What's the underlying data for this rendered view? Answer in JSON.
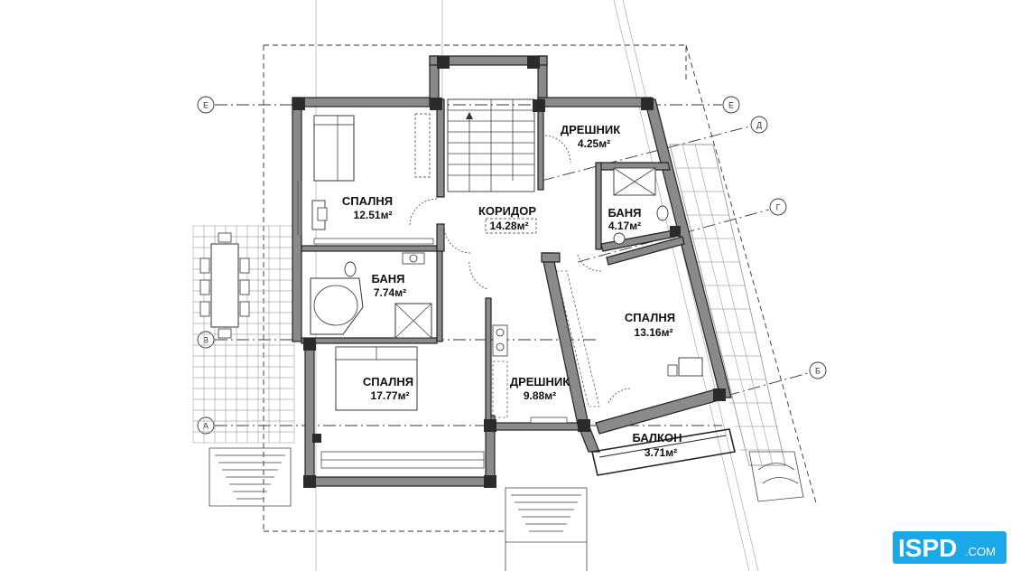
{
  "rooms": [
    {
      "name": "СПАЛНЯ",
      "area": "12.51м²"
    },
    {
      "name": "КОРИДОР",
      "area": "14.28м²"
    },
    {
      "name": "ДРЕШНИК",
      "area": "4.25м²"
    },
    {
      "name": "БАНЯ",
      "area": "4.17м²"
    },
    {
      "name": "БАНЯ",
      "area": "7.74м²"
    },
    {
      "name": "СПАЛНЯ",
      "area": "13.16м²"
    },
    {
      "name": "СПАЛНЯ",
      "area": "17.77м²"
    },
    {
      "name": "ДРЕШНИК",
      "area": "9.88м²"
    },
    {
      "name": "БАЛКОН",
      "area": "3.71м²"
    }
  ],
  "axes": {
    "E_left": "Е",
    "E_right": "Е",
    "D": "Д",
    "G": "Г",
    "V": "В",
    "B": "Б",
    "A": "А"
  },
  "logo": {
    "main": "ISPD",
    "suffix": ".COM",
    "color": "#1aa8e8"
  }
}
